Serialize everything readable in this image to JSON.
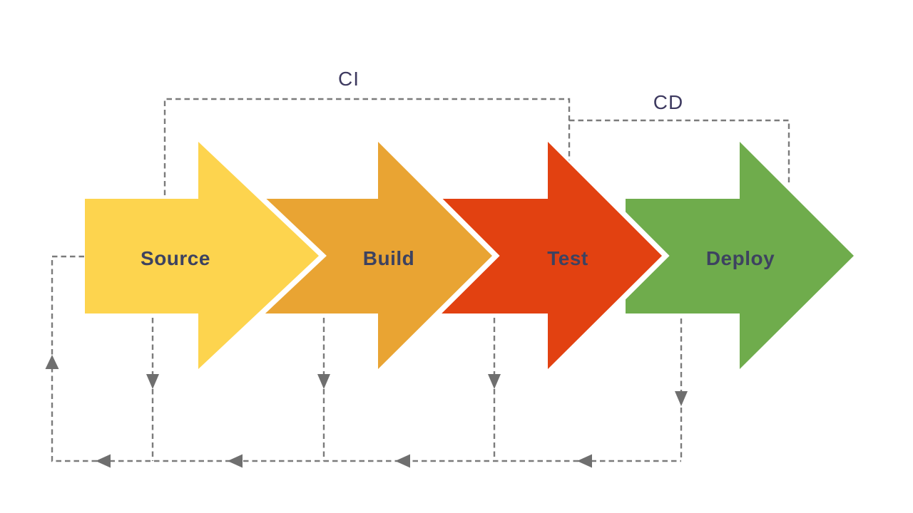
{
  "diagram": {
    "title_implicit": "CI/CD pipeline",
    "stages": [
      {
        "label": "Source",
        "color": "#FDD44E"
      },
      {
        "label": "Build",
        "color": "#E9A433"
      },
      {
        "label": "Test",
        "color": "#E24111"
      },
      {
        "label": "Deploy",
        "color": "#6FAC4C"
      }
    ],
    "brackets": {
      "ci_label": "CI",
      "cd_label": "CD"
    },
    "label_color": "#3D4260",
    "bracket_label_color": "#3E3A60",
    "line_color": "#7B7B7B",
    "arrowhead_color": "#6F6F6F",
    "outline_color": "#FFFFFF",
    "background_color": "#FFFFFF"
  }
}
